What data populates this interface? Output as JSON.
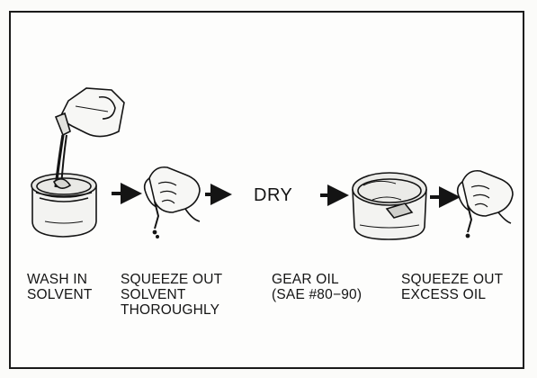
{
  "steps": [
    {
      "line1": "WASH IN",
      "line2": "SOLVENT",
      "line3": "",
      "icon": "can-with-pouring-bottle"
    },
    {
      "line1": "SQUEEZE OUT",
      "line2": "SOLVENT",
      "line3": "THOROUGHLY",
      "icon": "hand-squeezing-bearing"
    },
    {
      "text": "DRY"
    },
    {
      "line1": "GEAR OIL",
      "line2": "(SAE #80−90)",
      "line3": "",
      "icon": "oil-pan"
    },
    {
      "line1": "SQUEEZE OUT",
      "line2": "EXCESS OIL",
      "line3": "",
      "icon": "hand-squeezing-bearing"
    }
  ],
  "arrow_icon": "right-arrow",
  "colors": {
    "ink": "#141414",
    "background": "#fdfdfc"
  }
}
